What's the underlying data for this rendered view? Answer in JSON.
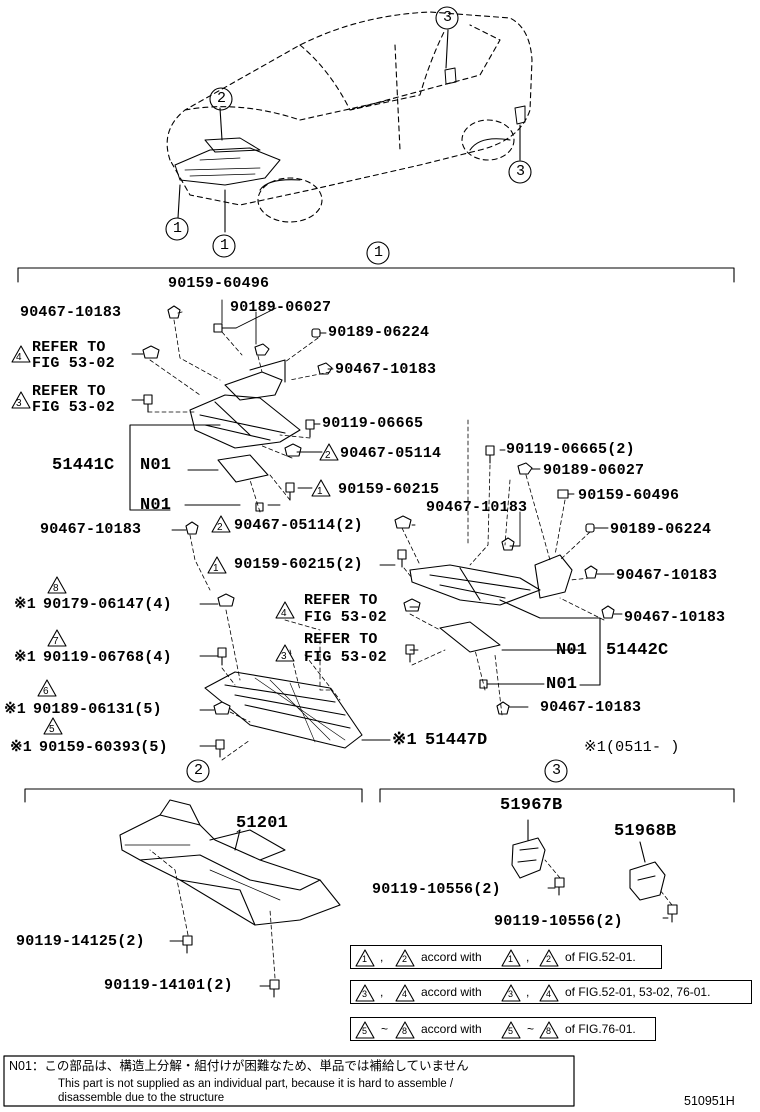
{
  "callouts": {
    "c1": "1",
    "c2": "2",
    "c3": "3"
  },
  "section1": {
    "p_90159_60496_top": "90159-60496",
    "p_90189_06027_top": "90189-06027",
    "p_90467_10183_a": "90467-10183",
    "p_90189_06224_a": "90189-06224",
    "p_90467_10183_b": "90467-10183",
    "p_90119_06665": "90119-06665",
    "p_90467_05114": "90467-05114",
    "p_90159_60215": "90159-60215",
    "p_90467_10183_c": "90467-10183",
    "p_90467_05114_2": "90467-05114(2)",
    "p_90159_60215_2": "90159-60215(2)",
    "p_90119_06665_2": "90119-06665(2)",
    "p_90189_06027_r": "90189-06027",
    "p_90159_60496_r": "90159-60496",
    "p_90467_10183_d": "90467-10183",
    "p_90189_06224_r": "90189-06224",
    "p_90467_10183_e": "90467-10183",
    "p_90467_10183_f": "90467-10183",
    "p_90467_10183_g": "90467-10183",
    "p_51441C": "51441C",
    "p_51442C": "51442C",
    "n01_a": "N01",
    "n01_b": "N01",
    "n01_c": "N01",
    "n01_d": "N01",
    "refer_to": "REFER TO",
    "fig_53_02": "FIG 53-02",
    "p_90179_06147": "90179-06147(4)",
    "p_90119_06768": "90119-06768(4)",
    "p_90189_06131": "90189-06131(5)",
    "p_90159_60393": "90159-60393(5)",
    "p_51447D": "51447D",
    "kome": "※1",
    "kome_range": "※1(0511-         )",
    "tri": {
      "t1": "1",
      "t2": "2",
      "t3": "3",
      "t4": "4",
      "t5": "5",
      "t6": "6",
      "t7": "7",
      "t8": "8"
    }
  },
  "section2": {
    "p_51201": "51201",
    "p_90119_14125": "90119-14125(2)",
    "p_90119_14101": "90119-14101(2)"
  },
  "section3": {
    "p_51967B": "51967B",
    "p_51968B": "51968B",
    "p_90119_10556_a": "90119-10556(2)",
    "p_90119_10556_b": "90119-10556(2)"
  },
  "notes": {
    "n1_sep": ",",
    "n1_accord": "accord with",
    "n1_tail": "of FIG.52-01.",
    "n2_tail": "of FIG.52-01, 53-02, 76-01.",
    "n3_tilde": "~",
    "n3_tail": "of FIG.76-01."
  },
  "footer": {
    "jp": "N01：この部品は、構造上分解・組付けが困難なため、単品では補給していません",
    "en1": "This part is not supplied as an individual part, because it is hard to assemble /",
    "en2": "disassemble due to the structure",
    "fig_id": "510951H"
  }
}
